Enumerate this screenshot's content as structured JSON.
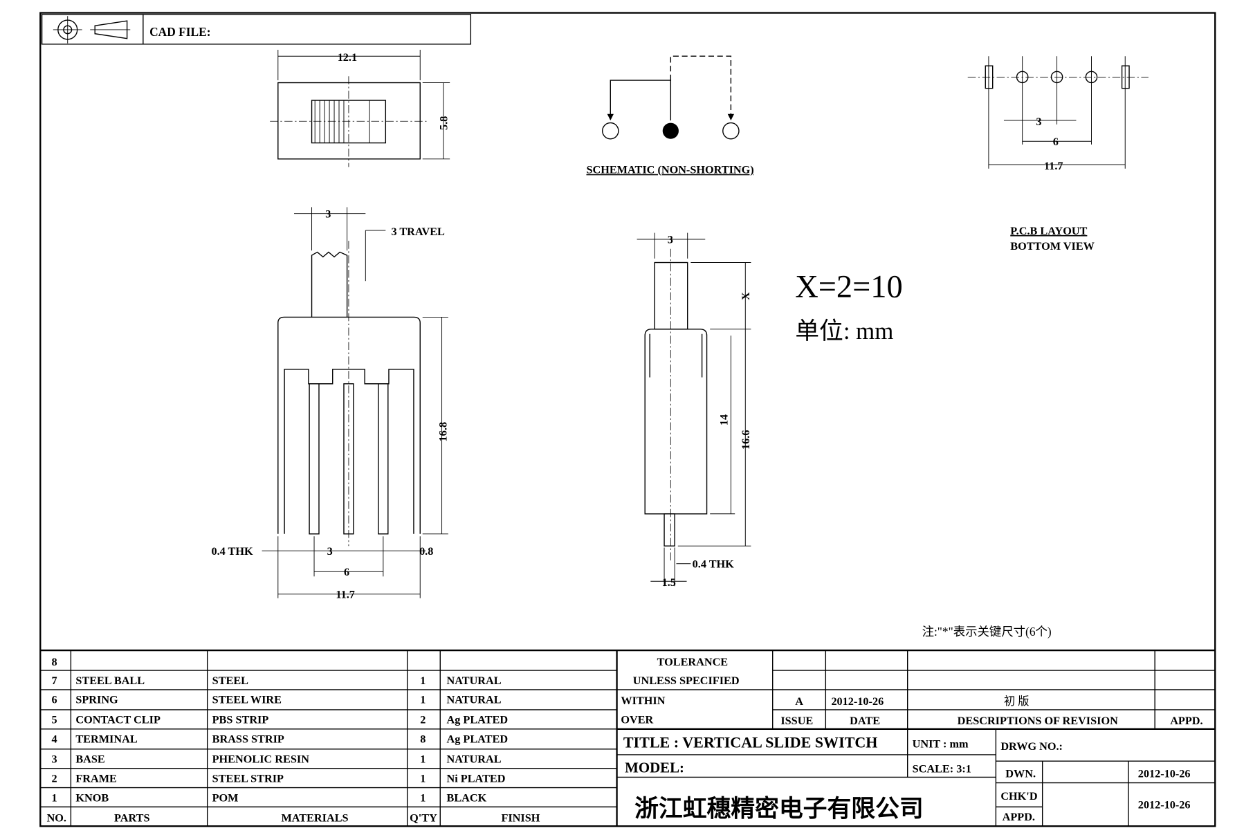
{
  "header": {
    "cad_file_label": "CAD FILE:",
    "projection_icon": "first-angle-projection-icon"
  },
  "top_view": {
    "width_dim": "12.1",
    "height_dim": "5.8"
  },
  "schematic": {
    "label": "SCHEMATIC (NON-SHORTING)"
  },
  "pcb": {
    "dim_pitch": "3",
    "dim_6": "6",
    "dim_total": "11.7",
    "label1": "P.C.B LAYOUT",
    "label2": "BOTTOM VIEW"
  },
  "front_view": {
    "knob_dim": "3",
    "travel": "3 TRAVEL",
    "height": "16.8",
    "thk": "0.4 THK",
    "pitch": "3",
    "span6": "6",
    "total": "11.7",
    "dim08": "0.8"
  },
  "side_view": {
    "knob_dim": "3",
    "x_dim": "X",
    "dim14": "14",
    "dim166": "16.6",
    "thk": "0.4 THK",
    "dim15": "1.5"
  },
  "annotation": {
    "formula": "X=2=10",
    "unit": "单位: mm",
    "note": "注:\"*\"表示关键尺寸(6个)"
  },
  "bom": {
    "headers": [
      "NO.",
      "PARTS",
      "MATERIALS",
      "Q'TY",
      "FINISH"
    ],
    "rows": [
      {
        "no": "8",
        "part": "",
        "material": "",
        "qty": "",
        "finish": ""
      },
      {
        "no": "7",
        "part": "STEEL BALL",
        "material": "STEEL",
        "qty": "1",
        "finish": "NATURAL"
      },
      {
        "no": "6",
        "part": "SPRING",
        "material": "STEEL WIRE",
        "qty": "1",
        "finish": "NATURAL"
      },
      {
        "no": "5",
        "part": "CONTACT CLIP",
        "material": "PBS STRIP",
        "qty": "2",
        "finish": "Ag PLATED"
      },
      {
        "no": "4",
        "part": "TERMINAL",
        "material": "BRASS STRIP",
        "qty": "8",
        "finish": "Ag PLATED"
      },
      {
        "no": "3",
        "part": "BASE",
        "material": "PHENOLIC RESIN",
        "qty": "1",
        "finish": "NATURAL"
      },
      {
        "no": "2",
        "part": "FRAME",
        "material": "STEEL STRIP",
        "qty": "1",
        "finish": "Ni PLATED"
      },
      {
        "no": "1",
        "part": "KNOB",
        "material": "POM",
        "qty": "1",
        "finish": "BLACK"
      }
    ]
  },
  "title_block": {
    "tolerance": "TOLERANCE",
    "unless": "UNLESS  SPECIFIED",
    "within": "WITHIN",
    "over": "OVER",
    "issue_value": "A",
    "issue_date": "2012-10-26",
    "revision_desc": "初 版",
    "issue_label": "ISSUE",
    "date_label": "DATE",
    "desc_label": "DESCRIPTIONS OF REVISION",
    "appd_label": "APPD.",
    "title": "TITLE :  VERTICAL  SLIDE  SWITCH",
    "unit": "UNIT :  mm",
    "drwg_no": "DRWG NO.:",
    "model": "MODEL:",
    "scale": "SCALE:  3:1",
    "company": "浙江虹穗精密电子有限公司",
    "dwn_label": "DWN.",
    "dwn_date": "2012-10-26",
    "chkd_label": "CHK'D",
    "appd2_label": "APPD.",
    "chk_date": "2012-10-26"
  }
}
